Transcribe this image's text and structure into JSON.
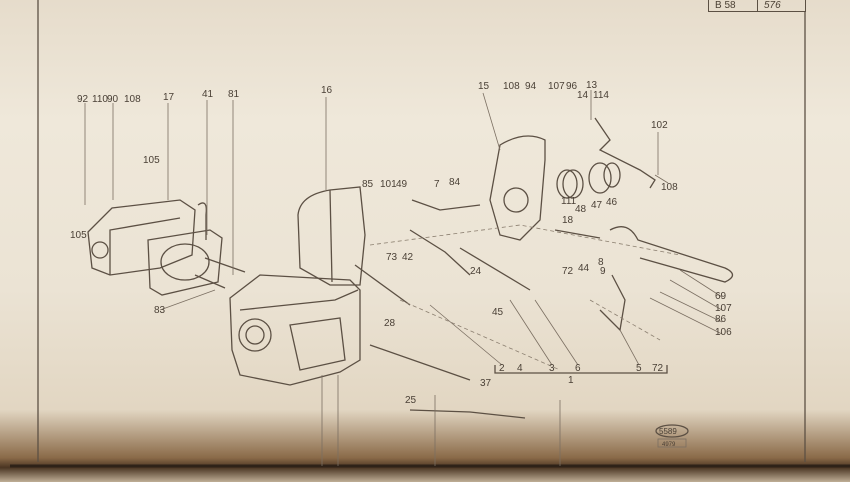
{
  "title_block": {
    "sheet": "B 58",
    "page": "576"
  },
  "labels": [
    "92",
    "110",
    "90",
    "108",
    "17",
    "41",
    "81",
    "16",
    "105",
    "105",
    "83",
    "15",
    "108",
    "94",
    "107",
    "96",
    "13",
    "14",
    "114",
    "102",
    "108",
    "85",
    "101",
    "49",
    "7",
    "84",
    "111",
    "48",
    "47",
    "46",
    "18",
    "73",
    "42",
    "24",
    "28",
    "45",
    "72",
    "44",
    "8",
    "9",
    "69",
    "107",
    "86",
    "106",
    "2",
    "4",
    "3",
    "6",
    "5",
    "72",
    "1",
    "37",
    "25"
  ],
  "stamp": {
    "code": "5589",
    "sub": "4979"
  }
}
